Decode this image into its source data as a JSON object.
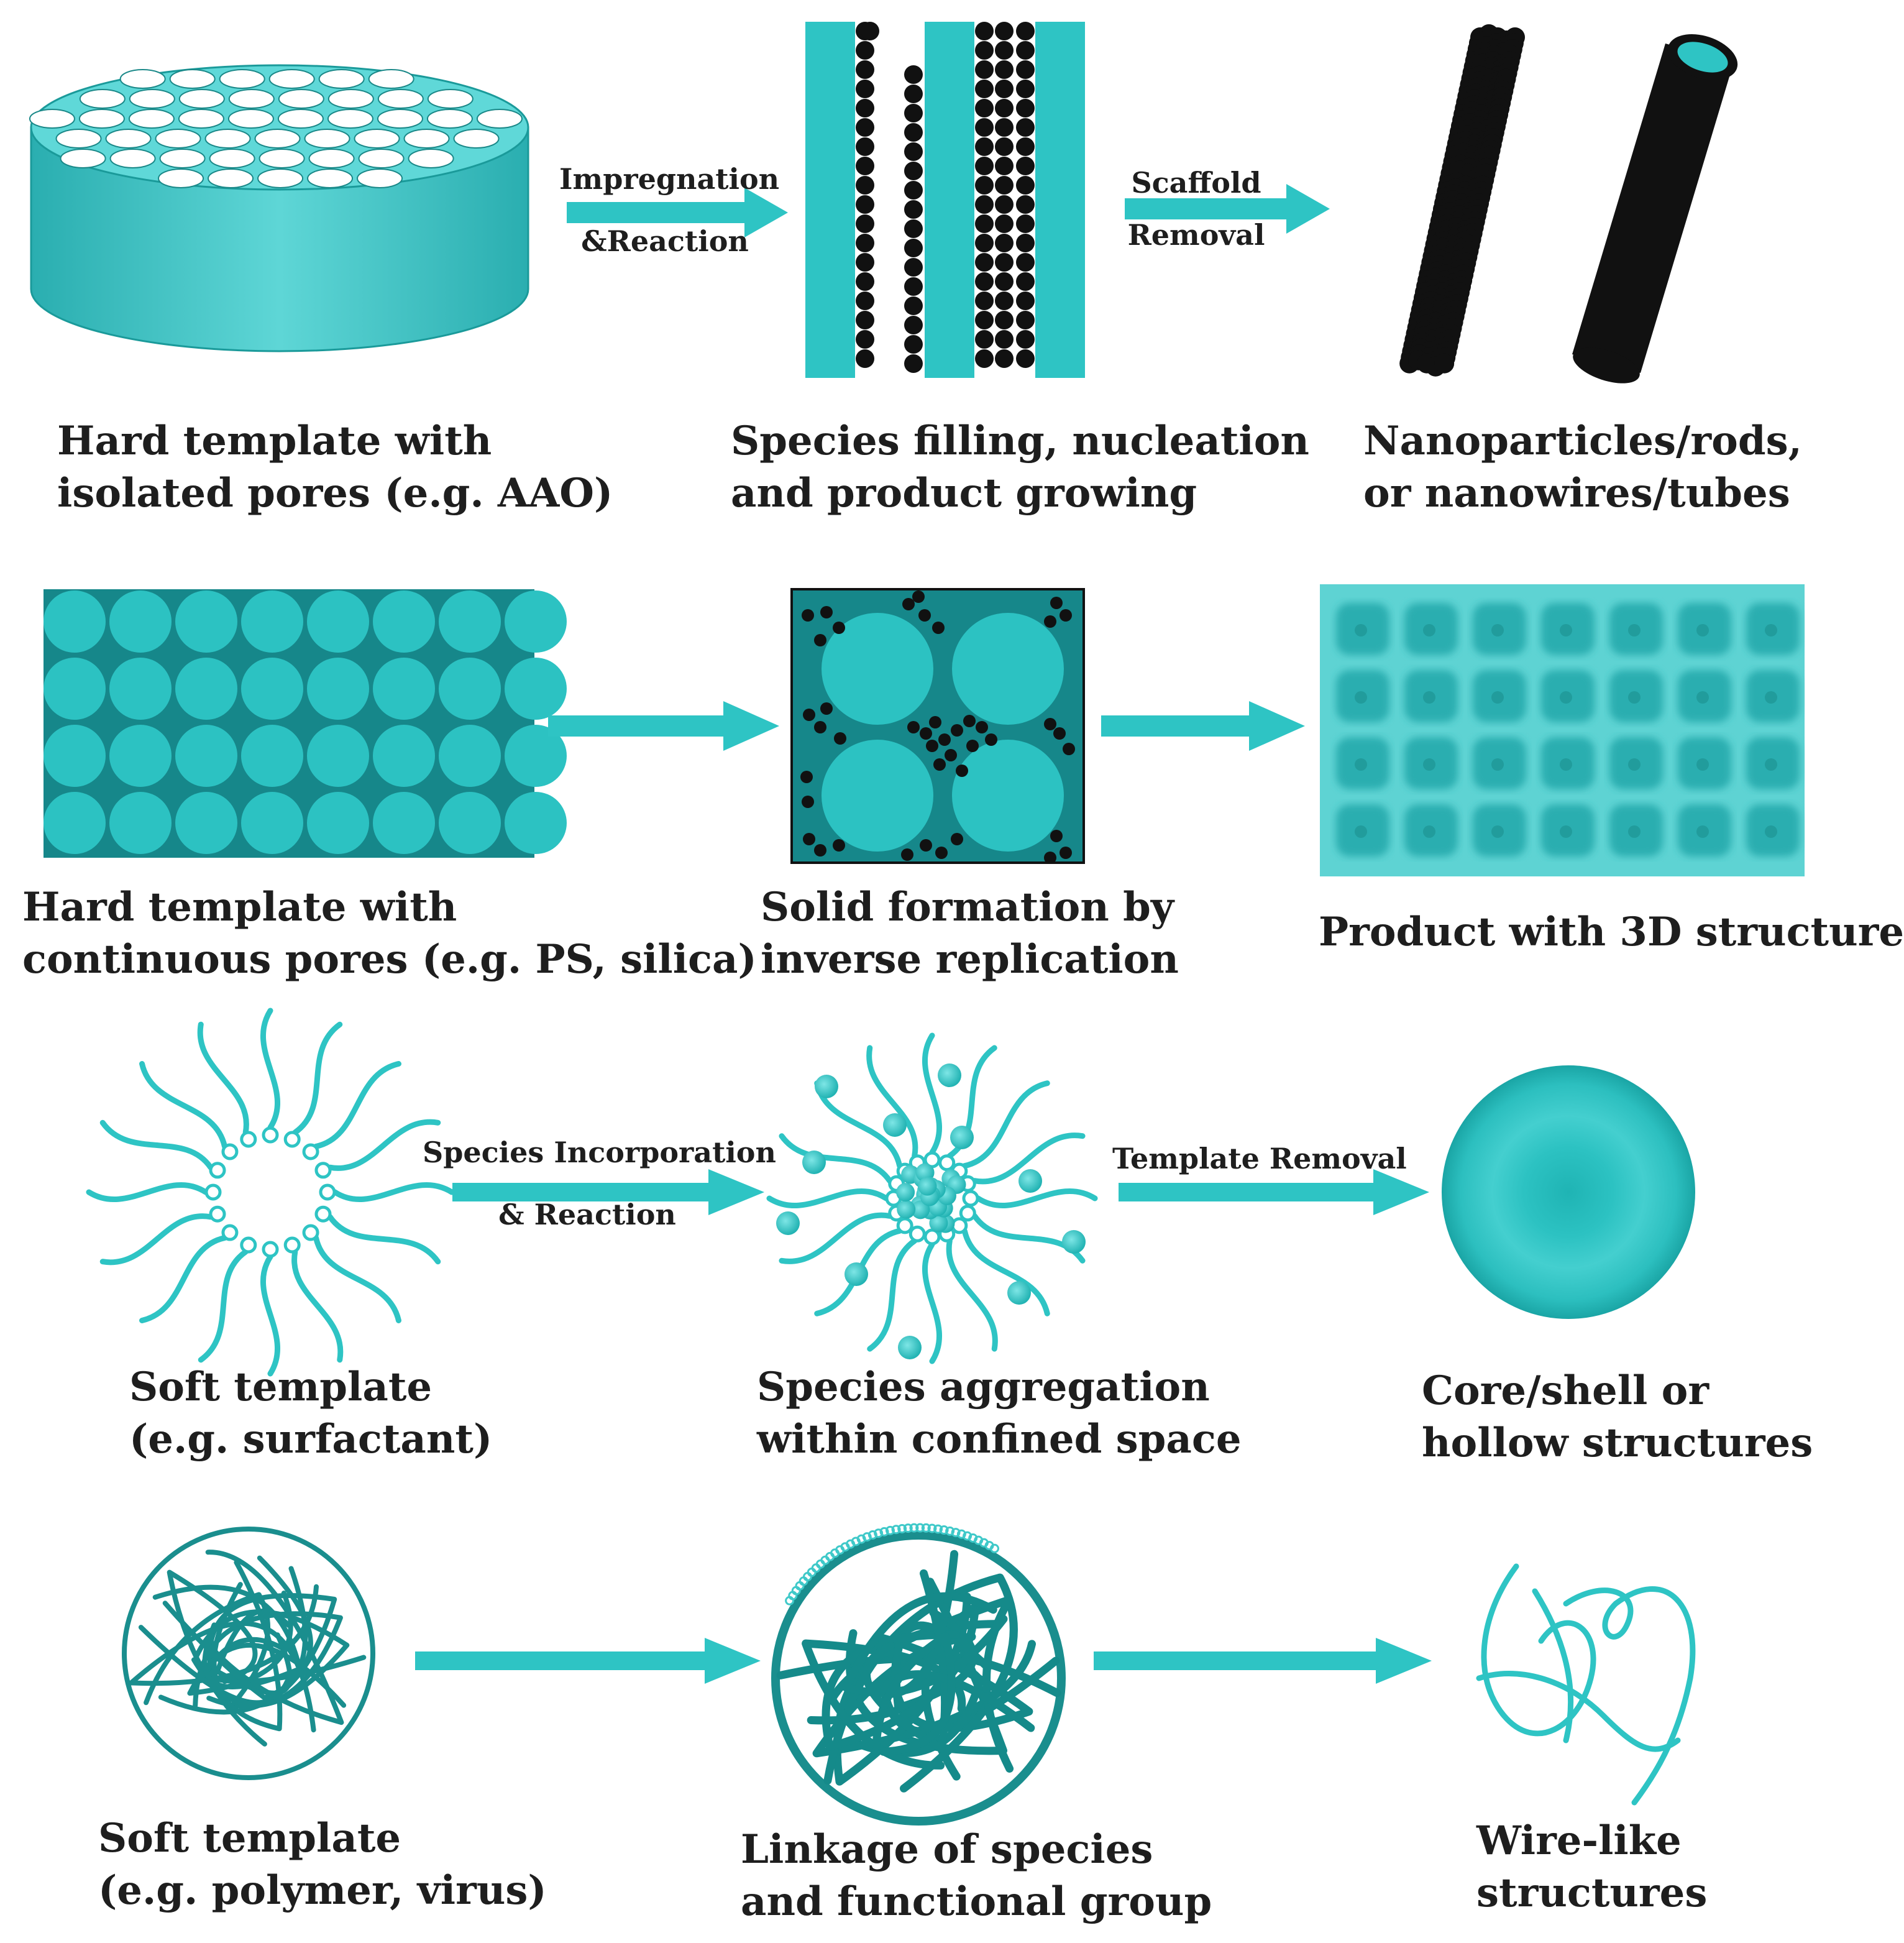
{
  "colors": {
    "teal": "#2ec4c4",
    "teal_light": "#5fd8d8",
    "teal_dark": "#1a8e8e",
    "black": "#111111"
  },
  "rows": [
    {
      "panels": [
        {
          "caption_lines": [
            "Hard template with",
            "isolated pores (e.g. AAO)"
          ]
        },
        {
          "caption_lines": [
            "Species filling, nucleation",
            "and product growing"
          ]
        },
        {
          "caption_lines": [
            "Nanoparticles/rods,",
            "or nanowires/tubes"
          ]
        }
      ],
      "arrows": [
        {
          "label_lines": [
            "Impregnation",
            "&Reaction"
          ]
        },
        {
          "label_lines": [
            "Scaffold",
            "Removal"
          ]
        }
      ]
    },
    {
      "panels": [
        {
          "caption_lines": [
            "Hard template with",
            "continuous pores (e.g. PS, silica)"
          ]
        },
        {
          "caption_lines": [
            "Solid formation by",
            "inverse replication"
          ]
        },
        {
          "caption_lines": [
            "Product with 3D structure"
          ]
        }
      ],
      "arrows": [
        {
          "label_lines": []
        },
        {
          "label_lines": []
        }
      ]
    },
    {
      "panels": [
        {
          "caption_lines": [
            "Soft template",
            "(e.g. surfactant)"
          ]
        },
        {
          "caption_lines": [
            "Species aggregation",
            "within confined space"
          ]
        },
        {
          "caption_lines": [
            "Core/shell or",
            "hollow structures"
          ]
        }
      ],
      "arrows": [
        {
          "label_lines": [
            "Species Incorporation",
            "& Reaction"
          ]
        },
        {
          "label_lines": [
            "Template Removal"
          ]
        }
      ]
    },
    {
      "panels": [
        {
          "caption_lines": [
            "Soft template",
            "(e.g. polymer, virus)"
          ]
        },
        {
          "caption_lines": [
            "Linkage of species",
            "and functional group"
          ]
        },
        {
          "caption_lines": [
            "Wire-like",
            "structures"
          ]
        }
      ],
      "arrows": [
        {
          "label_lines": []
        },
        {
          "label_lines": []
        }
      ]
    }
  ]
}
